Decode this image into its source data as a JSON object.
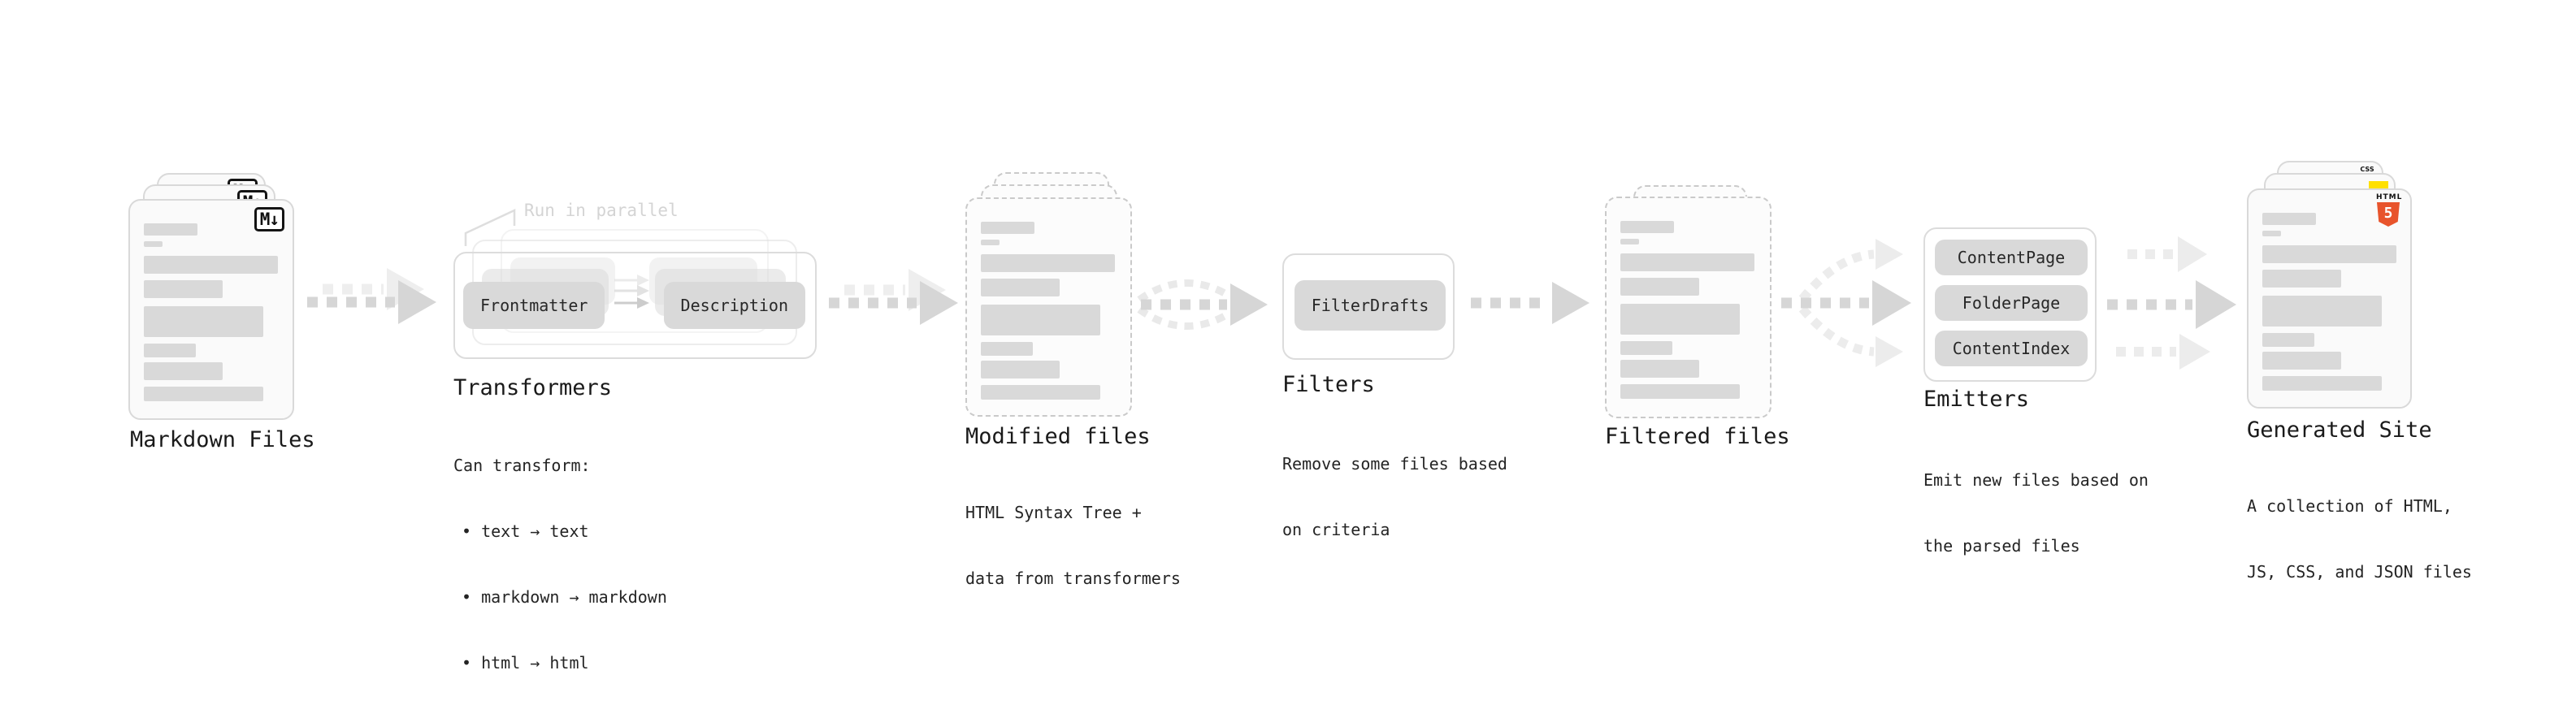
{
  "stages": {
    "markdown": {
      "label": "Markdown Files",
      "badge": "M↓"
    },
    "transformers": {
      "label": "Transformers",
      "callout": "Run in parallel",
      "pill_left": "Frontmatter",
      "pill_right": "Description",
      "note_title": "Can transform:",
      "bullets": [
        "• text → text",
        "• markdown → markdown",
        "• html → html"
      ]
    },
    "modified": {
      "label": "Modified files",
      "sub": [
        "HTML Syntax Tree +",
        "data from transformers"
      ]
    },
    "filters": {
      "label": "Filters",
      "pill": "FilterDrafts",
      "sub": [
        "Remove some files based",
        "on criteria"
      ]
    },
    "filtered": {
      "label": "Filtered files"
    },
    "emitters": {
      "label": "Emitters",
      "pills": [
        "ContentPage",
        "FolderPage",
        "ContentIndex"
      ],
      "sub": [
        "Emit new files based on",
        "the parsed files"
      ]
    },
    "generated": {
      "label": "Generated Site",
      "sub": [
        "A collection of HTML,",
        "JS, CSS, and JSON files"
      ],
      "badges": {
        "html_word": "HTML",
        "html_five": "5",
        "css": "CSS"
      }
    }
  },
  "colors": {
    "card_border": "#d9d9d9",
    "pill_bg": "#d9d9d9",
    "arrow": "#d6d6d6",
    "arrow_light": "#ededed",
    "callout_text": "#d4d4d4",
    "html5_orange": "#e8542c",
    "js_yellow": "#ffe000",
    "css_blue": "#2760e5",
    "text": "#1c1c1c"
  }
}
